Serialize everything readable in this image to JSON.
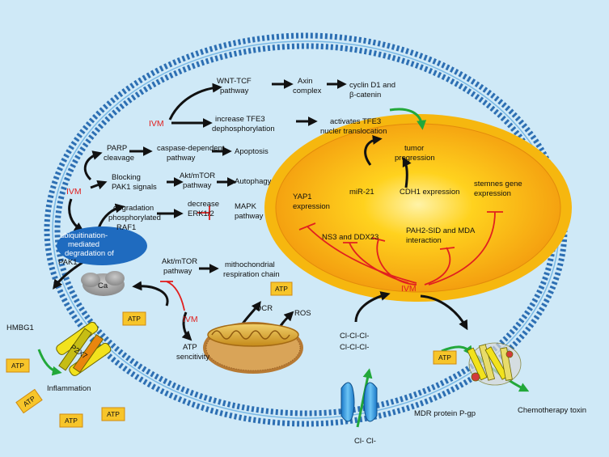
{
  "labels": {
    "wnt": [
      "WNT-TCF",
      "pathway"
    ],
    "axin": [
      "Axin",
      "complex"
    ],
    "cyclin": [
      "cyclin D1 and",
      "β-catenin"
    ],
    "ivm_top": "IVM",
    "tfe3_dephos": [
      "increase TFE3",
      "dephosphorylation"
    ],
    "tfe3_act": [
      "activates TFE3",
      "nucler translocation"
    ],
    "parp": [
      "PARP",
      "cleavage"
    ],
    "caspase": [
      "caspase-dependent",
      "pathway"
    ],
    "apoptosis": "Apoptosis",
    "ivm_left": "IVM",
    "pak1": [
      "Blocking",
      "PAK1 signals"
    ],
    "akt1": [
      "Akt/mTOR",
      "pathway"
    ],
    "autophagy": "Autophagy",
    "degradation": [
      "degradation",
      "phosphorylated",
      "RAF1"
    ],
    "erk": [
      "decrease",
      "ERK1/2"
    ],
    "mapk": [
      "MAPK",
      "pathway"
    ],
    "ubiq": [
      "ubiquitination-",
      "mediated",
      "degradation of",
      "PAK1"
    ],
    "tumor": [
      "tumor",
      "progression"
    ],
    "mir21": "miR-21",
    "cdh1": "CDH1 expression",
    "stem": [
      "stemnes gene",
      "expression"
    ],
    "yap1": [
      "YAP1",
      "expression"
    ],
    "ns3": "NS3 and DDX23",
    "pah2": [
      "PAH2-SID and MDA",
      "interaction"
    ],
    "ivm_nucleus": "IVM",
    "ca": "Ca",
    "akt2": [
      "Akt/mTOR",
      "pathway"
    ],
    "mito_chain": [
      "mithochondrial",
      "respiration chain"
    ],
    "ivm_mid": "IVM",
    "ocr": "OCR",
    "ros": "ROS",
    "atp_sens": [
      "ATP",
      "sencitivity"
    ],
    "hmbg1": "HMBG1",
    "p2x7": "P2X7",
    "inflammation": "Inflammation",
    "cl_group": [
      "Cl-Cl-Cl-",
      "Cl-Cl-Cl-"
    ],
    "cl_bottom": "Cl- Cl-",
    "mdr": "MDR protein P-gp",
    "chemo": "Chemotherapy toxin",
    "atp": "ATP"
  }
}
